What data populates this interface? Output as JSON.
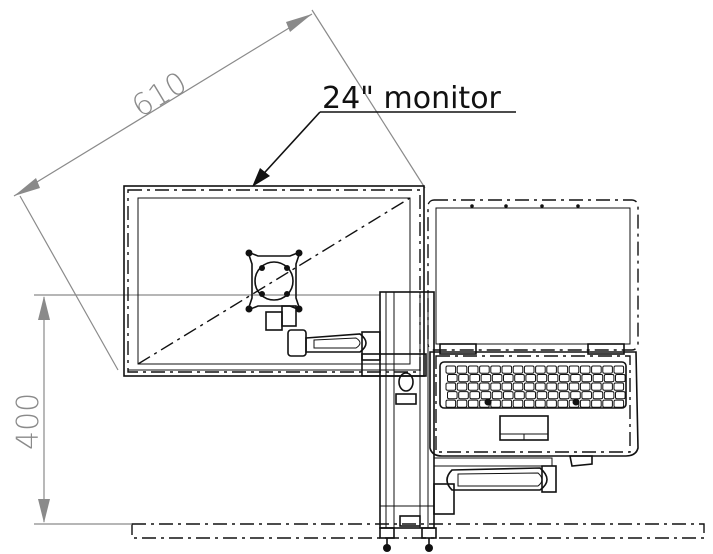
{
  "drawing": {
    "dimension_width": "610",
    "dimension_height": "400",
    "callout": "24\" monitor"
  },
  "colors": {
    "ink": "#111111",
    "dimension": "#8a8a8a",
    "background": "#ffffff"
  }
}
